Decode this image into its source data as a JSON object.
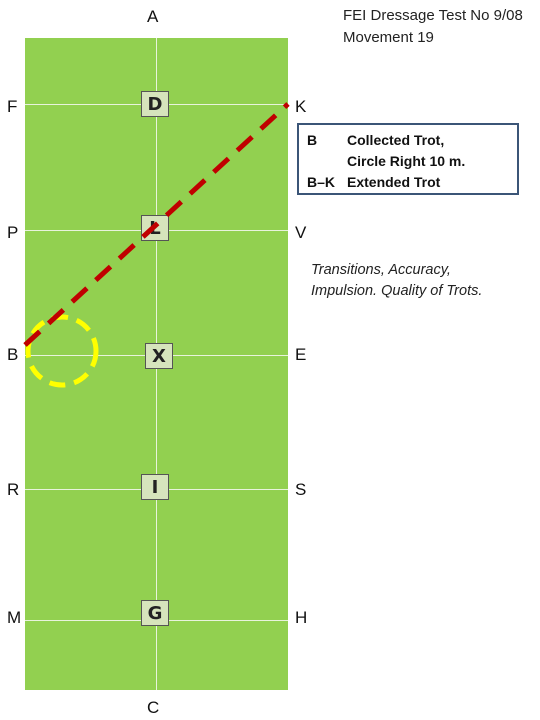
{
  "header": {
    "line1": "FEI Dressage Test No 9/08",
    "line2": "Movement 19"
  },
  "arena": {
    "letters": {
      "A": "A",
      "C": "C",
      "F": "F",
      "K": "K",
      "P": "P",
      "V": "V",
      "B": "B",
      "E": "E",
      "R": "R",
      "S": "S",
      "M": "M",
      "H": "H"
    },
    "markers": {
      "D": "D",
      "L": "L",
      "X": "X",
      "I": "I",
      "G": "G"
    },
    "colors": {
      "surface": "#92d050",
      "route": "#c00000",
      "circle": "#ffff00"
    }
  },
  "instructions": {
    "row1_marker": "B",
    "row1_text": "Collected Trot,",
    "row2_text": "Circle Right 10 m.",
    "row3_marker": "B–K",
    "row3_text": "Extended Trot"
  },
  "notes": {
    "line1": "Transitions, Accuracy,",
    "line2": "Impulsion. Quality of Trots."
  }
}
